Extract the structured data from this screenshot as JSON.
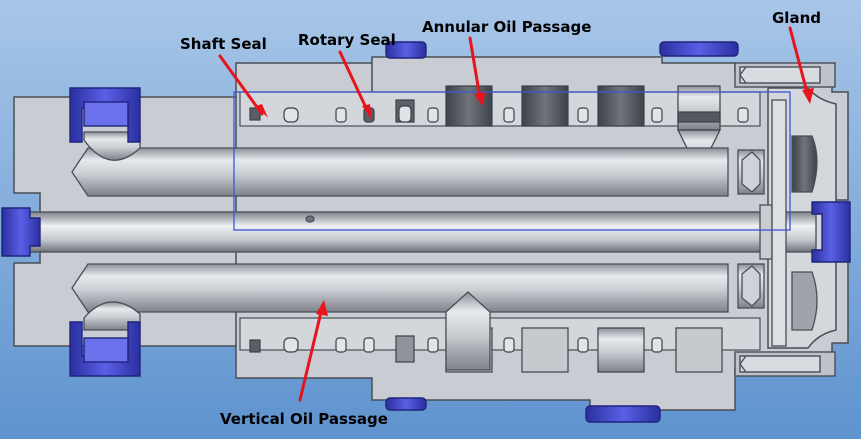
{
  "labels": {
    "shaft_seal": "Shaft Seal",
    "rotary_seal": "Rotary Seal",
    "annular_oil_passage": "Annular Oil Passage",
    "gland": "Gland",
    "vertical_oil_passage": "Vertical Oil Passage"
  },
  "colors": {
    "background_top": "#a8c6e8",
    "background_bottom": "#5e93cf",
    "body": "#c9cdd3",
    "body_shadow": "#a3a8b0",
    "outline": "#4a4e55",
    "shaft": "#d9dde2",
    "seal_blue": "#3a3fc4",
    "label_text": "#000000",
    "arrow": "#e8141c",
    "section_line": "#3b55d8"
  }
}
